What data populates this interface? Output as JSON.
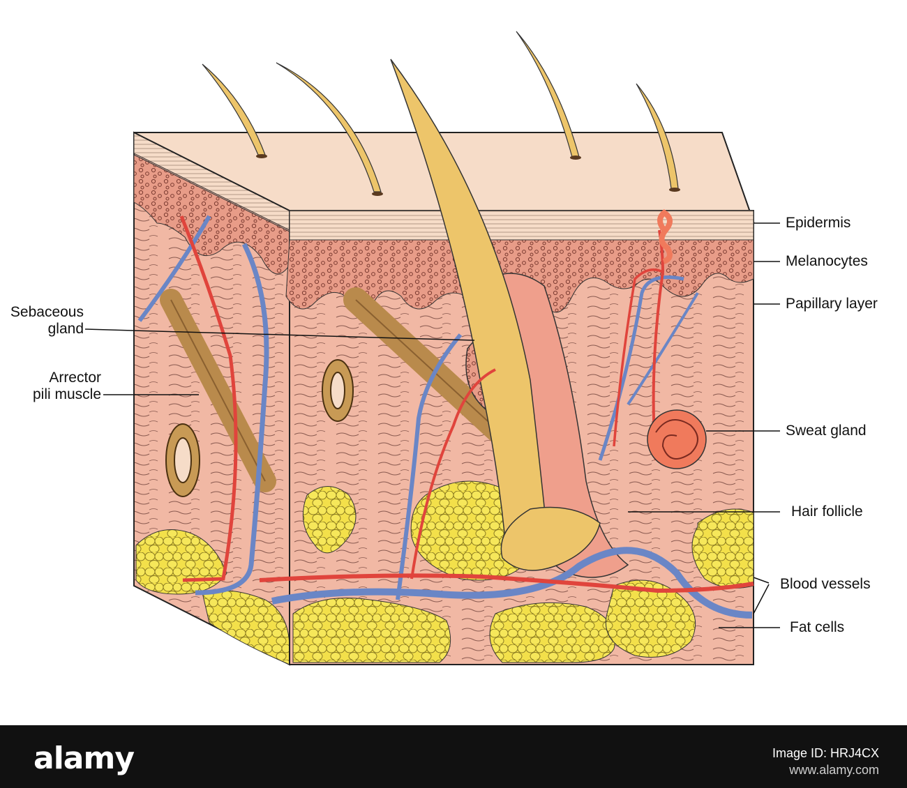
{
  "labels": {
    "epidermis": "Epidermis",
    "melanocytes": "Melanocytes",
    "papillary": "Papillary layer",
    "sweat_gland": "Sweat gland",
    "hair_follicle": "Hair follicle",
    "blood_vessels": "Blood vessels",
    "fat_cells": "Fat cells",
    "sebaceous_1": "Sebaceous",
    "sebaceous_2": "gland",
    "arrector_1": "Arrector",
    "arrector_2": "pili muscle"
  },
  "watermark": {
    "logo": "alamy",
    "image_id": "Image ID: HRJ4CX",
    "site": "www.alamy.com"
  },
  "colors": {
    "skin_top": "#f6dcc8",
    "dermis": "#f0b5a0",
    "melanin_layer": "#e69a86",
    "fat": "#f3e04a",
    "artery": "#e0443c",
    "vein": "#6a86c6",
    "hair": "#edc56a",
    "muscle": "#c89a55",
    "sweat_gland": "#f07a5c"
  }
}
